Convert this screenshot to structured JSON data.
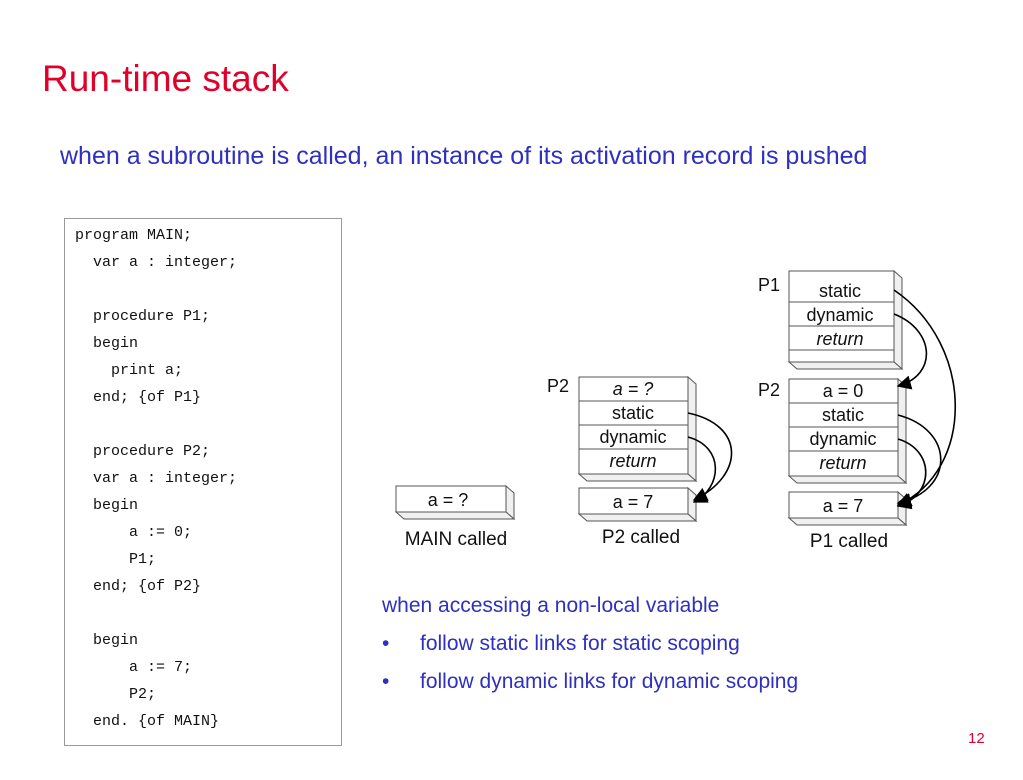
{
  "slide": {
    "title": "Run-time stack",
    "subtitle": "when a subroutine is called, an instance of its activation record is pushed",
    "page_number": "12"
  },
  "code_lines": [
    "program MAIN;",
    "  var a : integer;",
    "",
    "  procedure P1;",
    "  begin",
    "    print a;",
    "  end; {of P1}",
    "",
    "  procedure P2;",
    "  var a : integer;",
    "  begin",
    "      a := 0;",
    "      P1;",
    "  end; {of P2}",
    "",
    "  begin",
    "      a := 7;",
    "      P2;",
    "  end. {of MAIN}"
  ],
  "stacks": {
    "main_called": {
      "caption": "MAIN called",
      "main_record": "a = ?"
    },
    "p2_called": {
      "caption": "P2 called",
      "p2_label": "P2",
      "p2_fields": [
        "a = ?",
        "static",
        "dynamic",
        "return"
      ],
      "main_record": "a = 7"
    },
    "p1_called": {
      "caption": "P1 called",
      "p1_label": "P1",
      "p1_fields": [
        "static",
        "dynamic",
        "return"
      ],
      "p2_label": "P2",
      "p2_fields": [
        "a = 0",
        "static",
        "dynamic",
        "return"
      ],
      "main_record": "a = 7"
    }
  },
  "notes": {
    "lead": "when accessing a non-local variable",
    "bullets": [
      "follow static links for static scoping",
      "follow dynamic links for dynamic scoping"
    ]
  }
}
